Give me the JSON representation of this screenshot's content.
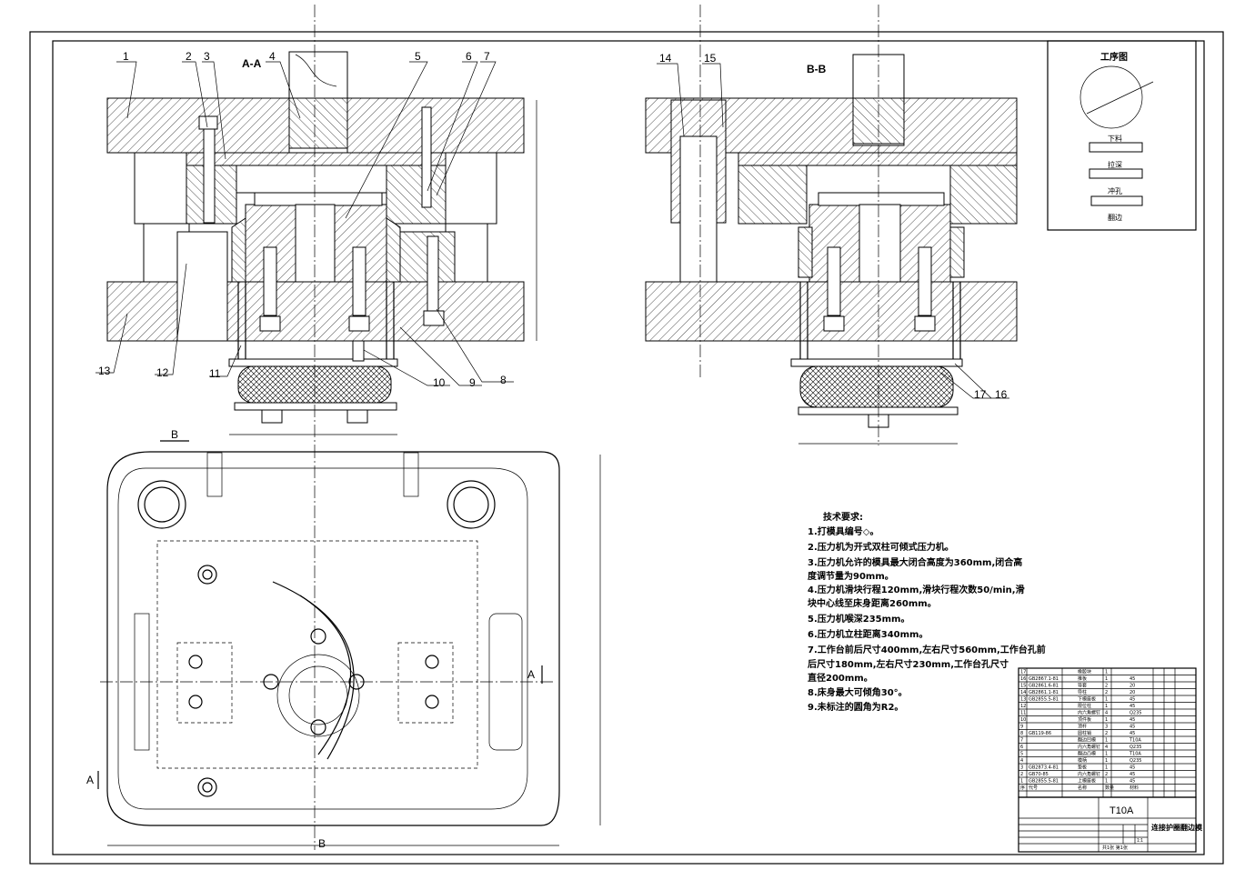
{
  "drawing": {
    "section_aa": "A-A",
    "section_bb": "B-B",
    "cut_label_a": "A",
    "cut_label_b": "B",
    "part_numbers_left": [
      "1",
      "2",
      "3",
      "4",
      "5",
      "6",
      "7",
      "8",
      "9",
      "10",
      "11",
      "12",
      "13"
    ],
    "part_numbers_right": [
      "14",
      "15",
      "16",
      "17"
    ]
  },
  "process_chart": {
    "title": "工序图",
    "steps": [
      "下料",
      "拉深",
      "冲孔",
      "翻边"
    ]
  },
  "tech_requirements": {
    "title": "技术要求:",
    "items": [
      "1.打模具编号◇。",
      "2.压力机为开式双柱可倾式压力机。",
      "3.压力机允许的模具最大闭合高度为360mm,闭合高",
      "  度调节量为90mm。",
      "4.压力机滑块行程120mm,滑块行程次数50/min,滑",
      "  块中心线至床身距离260mm。",
      "5.压力机喉深235mm。",
      "6.压力机立柱距离340mm。",
      "7.工作台前后尺寸400mm,左右尺寸560mm,工作台孔前",
      "  后尺寸180mm,左右尺寸230mm,工作台孔尺寸",
      "  直径200mm。",
      "8.床身最大可倾角30°。",
      "9.未标注的圆角为R2。"
    ]
  },
  "bom": {
    "rows": [
      {
        "no": "17",
        "std": "",
        "name": "橡胶块",
        "qty": "1",
        "mat": ""
      },
      {
        "no": "16",
        "std": "GB2867.1-81",
        "name": "推板",
        "qty": "1",
        "mat": "45"
      },
      {
        "no": "15",
        "std": "GB2861.6-81",
        "name": "导套",
        "qty": "2",
        "mat": "20"
      },
      {
        "no": "14",
        "std": "GB2861.1-81",
        "name": "导柱",
        "qty": "2",
        "mat": "20"
      },
      {
        "no": "13",
        "std": "GB2855.5-81",
        "name": "下模座板",
        "qty": "1",
        "mat": "45"
      },
      {
        "no": "12",
        "std": "",
        "name": "限位柱",
        "qty": "1",
        "mat": "45"
      },
      {
        "no": "11",
        "std": "",
        "name": "内六角螺钉",
        "qty": "4",
        "mat": "Q235"
      },
      {
        "no": "10",
        "std": "",
        "name": "顶件板",
        "qty": "1",
        "mat": "45"
      },
      {
        "no": "9",
        "std": "",
        "name": "顶杆",
        "qty": "3",
        "mat": "45"
      },
      {
        "no": "8",
        "std": "GB119-86",
        "name": "圆柱销",
        "qty": "2",
        "mat": "45"
      },
      {
        "no": "7",
        "std": "",
        "name": "翻边凹模",
        "qty": "1",
        "mat": "T10A"
      },
      {
        "no": "6",
        "std": "",
        "name": "内六角螺钉",
        "qty": "4",
        "mat": "Q235"
      },
      {
        "no": "5",
        "std": "",
        "name": "翻边凸模",
        "qty": "1",
        "mat": "T10A"
      },
      {
        "no": "4",
        "std": "",
        "name": "模柄",
        "qty": "1",
        "mat": "Q235"
      },
      {
        "no": "3",
        "std": "GB2873.4-81",
        "name": "垫板",
        "qty": "1",
        "mat": "45"
      },
      {
        "no": "2",
        "std": "GB70-85",
        "name": "内六角螺钉",
        "qty": "2",
        "mat": "45"
      },
      {
        "no": "1",
        "std": "GB2855.5-81",
        "name": "上模座板",
        "qty": "1",
        "mat": "45"
      }
    ],
    "header": {
      "no": "序",
      "std": "代号",
      "name": "名称",
      "qty": "数量",
      "mat": "材料"
    }
  },
  "title_block": {
    "material": "T10A",
    "drawing_name": "连接护圈翻边模",
    "scale": "1:1",
    "sheet": "共1张 第1张"
  }
}
